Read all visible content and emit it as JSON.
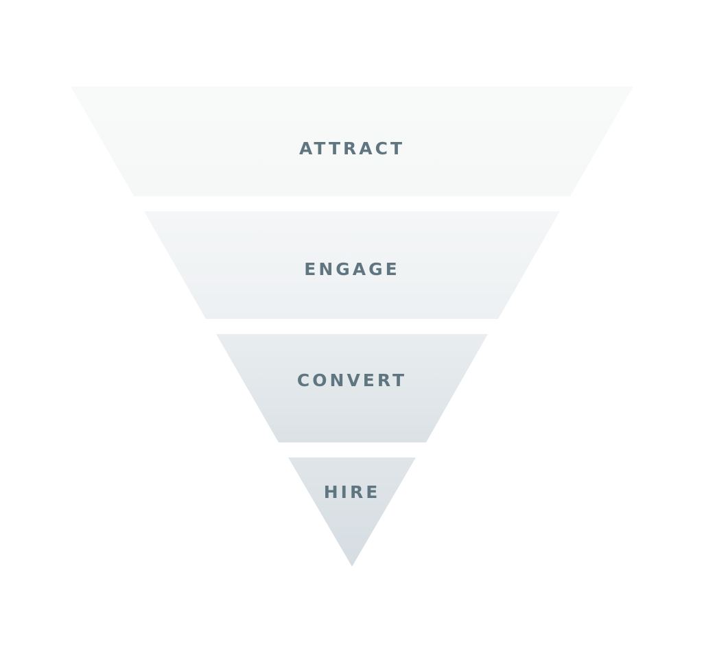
{
  "funnel": {
    "stages": [
      {
        "label": "ATTRACT",
        "fill": "#f7f9f9"
      },
      {
        "label": "ENGAGE",
        "fill": "#eff2f4"
      },
      {
        "label": "CONVERT",
        "fill": "#e2e7ea"
      },
      {
        "label": "HIRE",
        "fill": "#d8dfe3"
      }
    ],
    "label_color": "#5f7580"
  }
}
